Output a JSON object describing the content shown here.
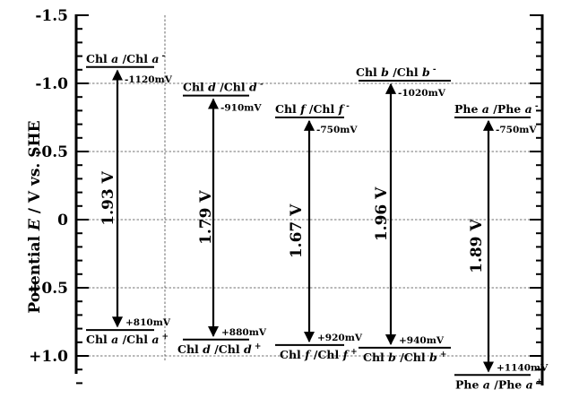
{
  "axis": {
    "ylabel_prefix": "Potential ",
    "ylabel_var": "E",
    "ylabel_suffix": " / V vs. SHE",
    "ticks": [
      {
        "value": -1.5,
        "label": "-1.5"
      },
      {
        "value": -1.0,
        "label": "-1.0"
      },
      {
        "value": -0.5,
        "label": "-0.5"
      },
      {
        "value": 0.0,
        "label": "0"
      },
      {
        "value": 0.5,
        "label": "+0.5"
      },
      {
        "value": 1.0,
        "label": "+1.0"
      }
    ]
  },
  "couples": [
    {
      "id": "chl-a",
      "reduction": {
        "potential": -1.12,
        "label_parts": [
          "Chl ",
          "a",
          " /Chl ",
          "a",
          " -"
        ],
        "value_label": "-1120mV"
      },
      "oxidation": {
        "potential": 0.81,
        "label_parts": [
          "Chl ",
          "a",
          " /Chl ",
          "a",
          " +"
        ],
        "value_label": "+810mV"
      },
      "gap_label": "1.93 V"
    },
    {
      "id": "chl-d",
      "reduction": {
        "potential": -0.91,
        "label_parts": [
          "Chl ",
          "d",
          " /Chl ",
          "d",
          " -"
        ],
        "value_label": "-910mV"
      },
      "oxidation": {
        "potential": 0.88,
        "label_parts": [
          "Chl ",
          "d",
          " /Chl ",
          "d",
          " +"
        ],
        "value_label": "+880mV"
      },
      "gap_label": "1.79 V"
    },
    {
      "id": "chl-f",
      "reduction": {
        "potential": -0.75,
        "label_parts": [
          "Chl ",
          "f",
          " /Chl ",
          "f",
          " -"
        ],
        "value_label": "-750mV"
      },
      "oxidation": {
        "potential": 0.92,
        "label_parts": [
          "Chl ",
          "f",
          " /Chl ",
          "f",
          " +"
        ],
        "value_label": "+920mV"
      },
      "gap_label": "1.67 V"
    },
    {
      "id": "chl-b",
      "reduction": {
        "potential": -1.02,
        "label_parts": [
          "Chl ",
          "b",
          " /Chl ",
          "b",
          " -"
        ],
        "value_label": "-1020mV"
      },
      "oxidation": {
        "potential": 0.94,
        "label_parts": [
          "Chl ",
          "b",
          " /Chl ",
          "b",
          " +"
        ],
        "value_label": "+940mV"
      },
      "gap_label": "1.96 V"
    },
    {
      "id": "phe-a",
      "reduction": {
        "potential": -0.75,
        "label_parts": [
          "Phe ",
          "a",
          " /Phe ",
          "a",
          " -"
        ],
        "value_label": "-750mV"
      },
      "oxidation": {
        "potential": 1.14,
        "label_parts": [
          "Phe ",
          "a",
          " /Phe ",
          "a",
          " +"
        ],
        "value_label": "+1140mV"
      },
      "gap_label": "1.89 V"
    }
  ]
}
